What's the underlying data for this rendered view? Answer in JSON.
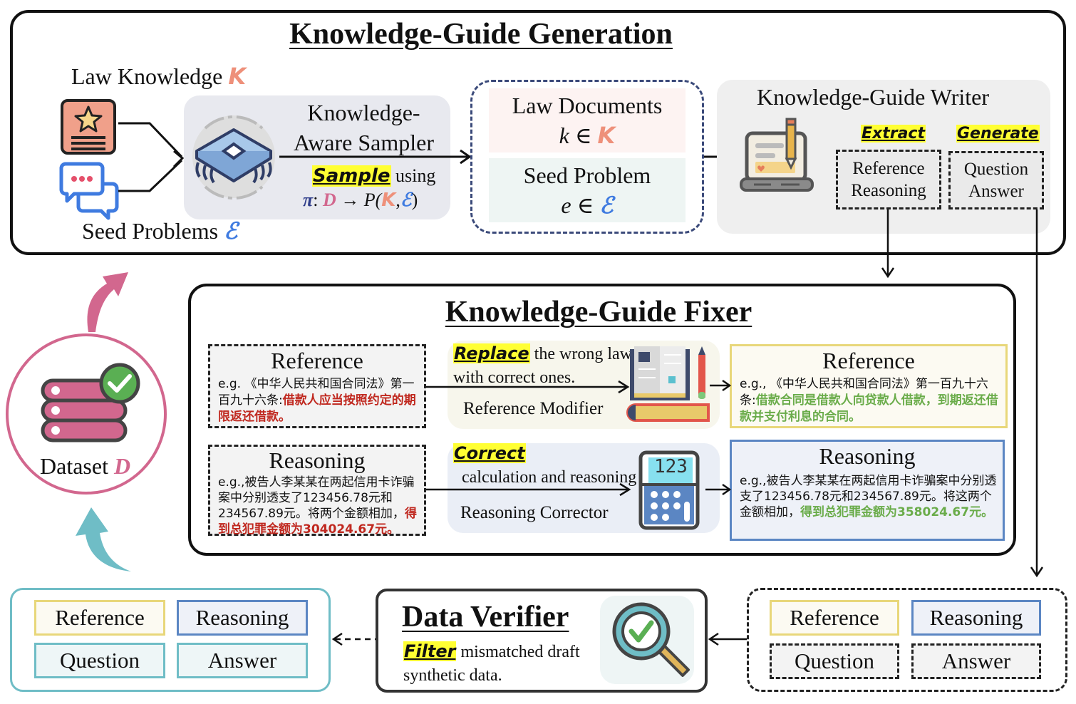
{
  "generation": {
    "title": "Knowledge-Guide Generation",
    "law_knowledge_label": "Law Knowledge",
    "law_knowledge_symbol": "K",
    "seed_problems_label": "Seed Problems",
    "seed_problems_symbol": "ℰ",
    "sampler": {
      "title_line1": "Knowledge-",
      "title_line2": "Aware Sampler",
      "action": "Sample",
      "action_rest": " using",
      "formula_pi": "π",
      "formula_colon": ":",
      "formula_D": "D",
      "formula_arrow": " → P(",
      "formula_K": "K",
      "formula_comma": ",",
      "formula_E": "ℰ",
      "formula_close": ")"
    },
    "docs": {
      "law_documents": "Law Documents",
      "law_k": "k ∈ ",
      "law_K": "K",
      "seed_problem": "Seed Problem",
      "seed_e": "e ∈ ",
      "seed_E": "ℰ"
    },
    "writer": {
      "title": "Knowledge-Guide Writer",
      "extract": "Extract",
      "generate": "Generate",
      "box1_line1": "Reference",
      "box1_line2": "Reasoning",
      "box2_line1": "Question",
      "box2_line2": "Answer"
    }
  },
  "fixer": {
    "title": "Knowledge-Guide Fixer",
    "ref_wrong": {
      "title": "Reference",
      "prefix": "e.g. 《中华人民共和国合同法》第一百九十六条:",
      "highlight": "借款人应当按照约定的期限返还借款。"
    },
    "ref_modifier": {
      "action": "Replace",
      "action_rest": " the wrong laws with correct ones.",
      "label": "Reference Modifier"
    },
    "ref_correct": {
      "title": "Reference",
      "prefix": "e.g., 《中华人民共和国合同法》第一百九十六条:",
      "highlight": "借款合同是借款人向贷款人借款，到期返还借款并支付利息的合同。"
    },
    "reason_wrong": {
      "title": "Reasoning",
      "prefix": "e.g.,被告人李某某在两起信用卡诈骗案中分别透支了123456.78元和234567.89元。将两个金额相加，",
      "highlight": "得到总犯罪金额为304024.67元。"
    },
    "reason_corrector": {
      "action": "Correct",
      "action_rest": "  calculation and reasoning errors.",
      "label": "Reasoning Corrector",
      "calc_display": "123"
    },
    "reason_correct": {
      "title": "Reasoning",
      "prefix": "e.g.,被告人李某某在两起信用卡诈骗案中分别透支了123456.78元和234567.89元。将这两个金额相加，",
      "highlight": "得到总犯罪金额为358024.67元。"
    }
  },
  "dataset": {
    "label": "Dataset ",
    "symbol": "D"
  },
  "verifier": {
    "title": "Data Verifier",
    "action": "Filter",
    "action_rest": " mismatched draft synthetic data."
  },
  "final_set": {
    "reference": "Reference",
    "reasoning": "Reasoning",
    "question": "Question",
    "answer": "Answer"
  },
  "draft_set": {
    "reference": "Reference",
    "reasoning": "Reasoning",
    "question": "Question",
    "answer": "Answer"
  },
  "colors": {
    "accent_pink": "#d2678e",
    "accent_teal": "#6fbdc6",
    "reference_border": "#e8d77a",
    "reasoning_border": "#5b86c3",
    "highlight_yellow": "#ffff33",
    "error_red": "#c0281f",
    "fix_green": "#6aac4a"
  }
}
